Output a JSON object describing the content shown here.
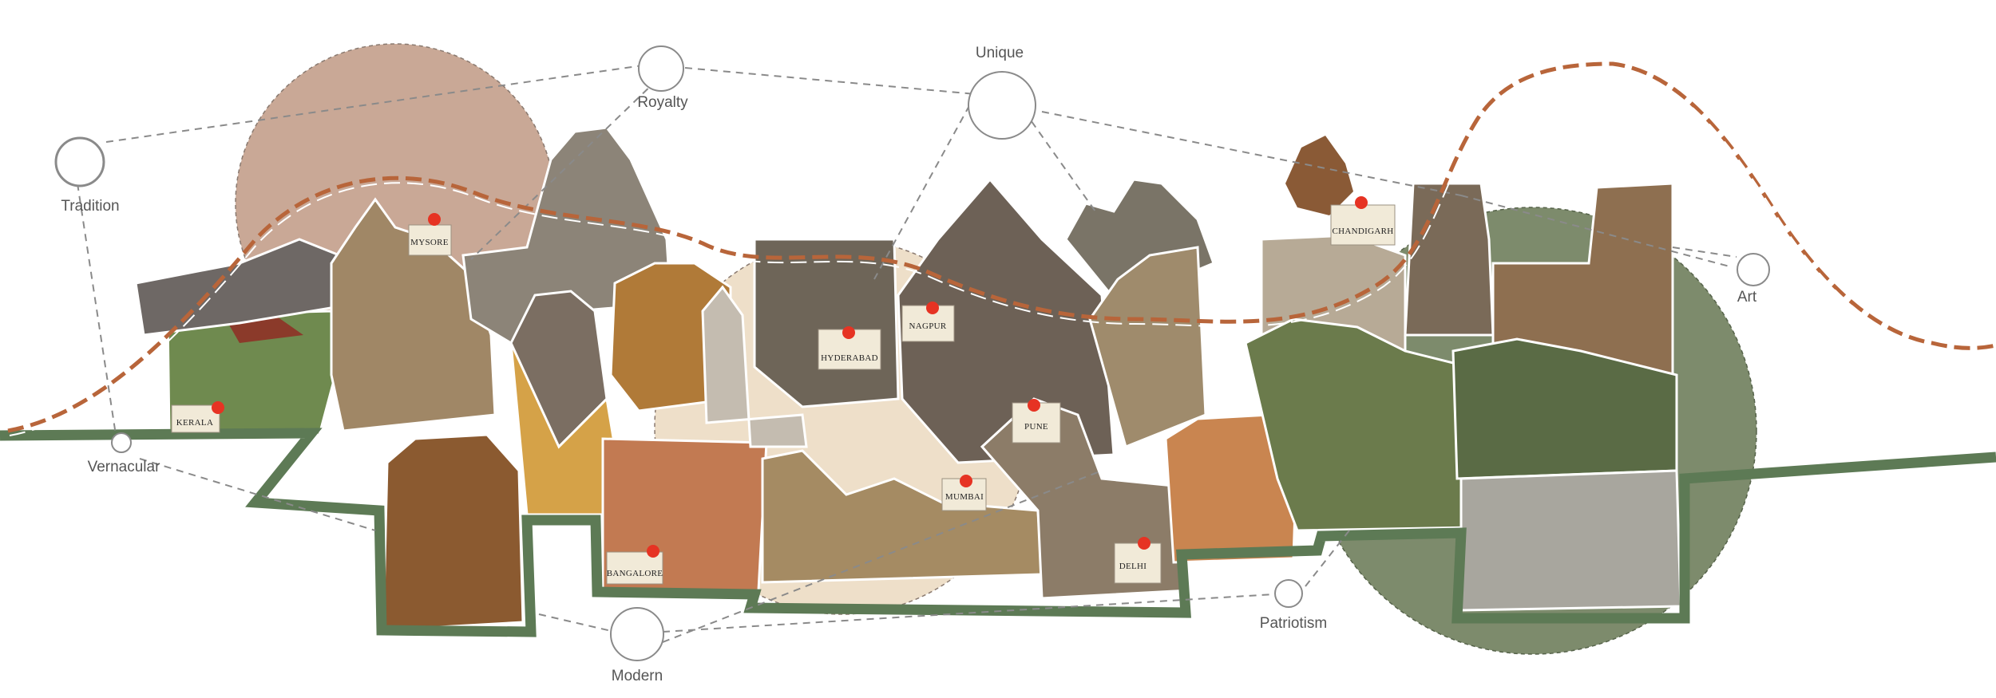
{
  "concepts": {
    "tradition": "Tradition",
    "royalty": "Royalty",
    "unique": "Unique",
    "art": "Art",
    "vernacular": "Vernacular",
    "modern": "Modern",
    "patriotism": "Patriotism"
  },
  "cities": {
    "mysore": "MYSORE",
    "kerala": "KERALA",
    "hyderabad": "HYDERABAD",
    "nagpur": "NAGPUR",
    "pune": "PUNE",
    "mumbai": "MUMBAI",
    "chandigarh": "CHANDIGARH",
    "bangalore": "BANGALORE",
    "delhi": "DELHI"
  },
  "colors": {
    "ground_band": "#5d7a55",
    "dashed_wave": "#b8653a",
    "connector": "#8a8a8a",
    "marker": "#e63323",
    "tag_paper": "#f1ead8",
    "circle_tan": "#c9a896",
    "circle_beige": "#eedfc9",
    "circle_olive": "#7d8b6c"
  }
}
